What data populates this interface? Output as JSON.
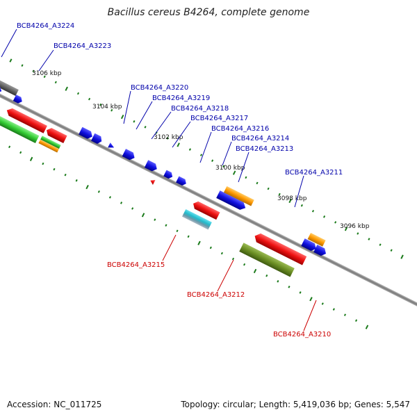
{
  "title": "Bacillus cereus B4264, complete genome",
  "footer": {
    "accession": "Accession: NC_011725",
    "stats": "Topology: circular; Length: 5,419,036 bp; Genes: 5,547"
  },
  "colors": {
    "backbone": "#8a8a8a",
    "tick": "#1a7a1a",
    "label_forward": "#0000aa",
    "label_reverse": "#cc0000",
    "gene_blue": "#1010e0",
    "gene_red": "#ee1111",
    "gene_orange": "#ff9900",
    "gene_green": "#33cc33",
    "gene_olive": "#6b8e23",
    "gene_cyan": "#22bbcc",
    "gene_grey": "#666666"
  },
  "scale_labels": [
    "3106 kbp",
    "3104 kbp",
    "3102 kbp",
    "3100 kbp",
    "3098 kbp",
    "3096 kbp"
  ],
  "gene_labels_forward": [
    "BCB4264_A3224",
    "BCB4264_A3223",
    "BCB4264_A3220",
    "BCB4264_A3219",
    "BCB4264_A3218",
    "BCB4264_A3217",
    "BCB4264_A3216",
    "BCB4264_A3214",
    "BCB4264_A3213",
    "BCB4264_A3211"
  ],
  "gene_labels_reverse": [
    "BCB4264_A3215",
    "BCB4264_A3212",
    "BCB4264_A3210"
  ]
}
